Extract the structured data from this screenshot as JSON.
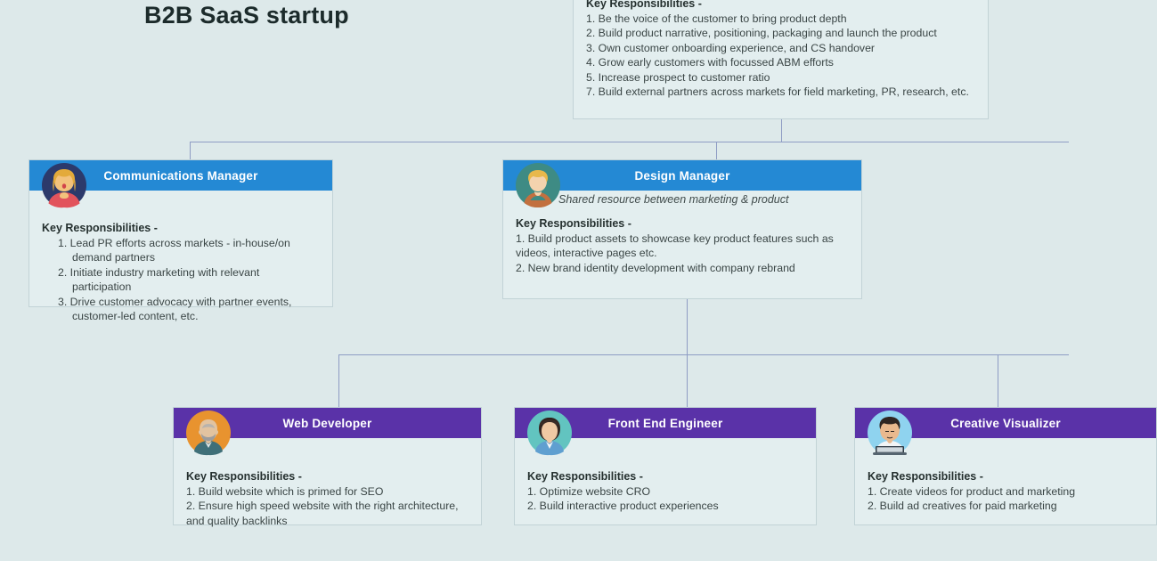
{
  "page": {
    "title": "B2B SaaS startup",
    "background_color": "#dde9ea",
    "connector_color": "#8e9cc4",
    "blue_header_color": "#2489d4",
    "purple_header_color": "#5a32a8",
    "card_body_color": "#e3eeef"
  },
  "responsibilities_label": "Key Responsibilities -",
  "nodes": {
    "top": {
      "kr_title": "Key Responsibilities -",
      "responsibilities": [
        "1. Be the voice of the customer to bring product depth",
        "2. Build product narrative, positioning, packaging and launch the product",
        "3. Own customer onboarding experience, and CS handover",
        "4. Grow early customers with focussed ABM efforts",
        "5. Increase prospect to customer ratio",
        "7. Build external partners across markets for field marketing, PR, research, etc."
      ]
    },
    "communications_manager": {
      "title": "Communications Manager",
      "avatar": "avatar-woman-blonde-red",
      "kr_title": "Key Responsibilities -",
      "responsibilities": [
        "1.  Lead PR efforts across markets - in-house/on demand partners",
        "2. Initiate industry marketing with relevant participation",
        "3. Drive customer advocacy with partner events, customer-led content, etc."
      ]
    },
    "design_manager": {
      "title": "Design Manager",
      "avatar": "avatar-man-blond-teal",
      "subtitle": "Shared resource between marketing & product",
      "kr_title": "Key Responsibilities -",
      "responsibilities": [
        "1. Build product assets to showcase key product features such as videos, interactive pages etc.",
        "2. New brand identity development with company rebrand"
      ]
    },
    "web_developer": {
      "title": "Web Developer",
      "avatar": "avatar-man-bald-orange",
      "kr_title": "Key Responsibilities -",
      "responsibilities": [
        "1. Build website which is primed for SEO",
        "2. Ensure high speed website with the right architecture, and quality backlinks"
      ]
    },
    "front_end_engineer": {
      "title": "Front End Engineer",
      "avatar": "avatar-woman-dark-teal",
      "kr_title": "Key Responsibilities -",
      "responsibilities": [
        "1. Optimize website CRO",
        "2. Build interactive product experiences"
      ]
    },
    "creative_visualizer": {
      "title": "Creative Visualizer",
      "avatar": "avatar-man-laptop-blue",
      "kr_title": "Key Responsibilities -",
      "responsibilities": [
        "1. Create videos for product and marketing",
        "2. Build ad creatives for paid marketing"
      ]
    }
  }
}
